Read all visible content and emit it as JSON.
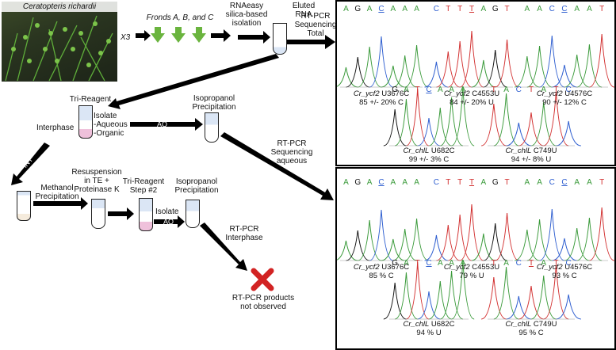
{
  "species": "Ceratopteris richardii",
  "multiplier": "X3",
  "fronds": "Fronds A, B, and C",
  "isolation": [
    "RNAeasy",
    "silica-based",
    "isolation"
  ],
  "eluted": [
    "Eluted",
    "RNA"
  ],
  "rtpcr_total": [
    "RT-PCR",
    "Sequencing",
    "Total"
  ],
  "trireagent": "Tri-Reagent",
  "isolate_steps": [
    "Isolate",
    "-Aqueous",
    "-Organic"
  ],
  "interphase": "Interphase",
  "aq1": "AQ",
  "iso_precip1": [
    "Isopropanol",
    "Precipitation"
  ],
  "rtpcr_aqueous": [
    "RT-PCR",
    "Sequencing",
    "aqueous"
  ],
  "int_label": "INT",
  "resuspension": [
    "Resuspension",
    "in TE +",
    "Proteinase K"
  ],
  "methanol": [
    "Methanol",
    "Precipitation"
  ],
  "tri2": [
    "Tri-Reagent",
    "Step #2"
  ],
  "isolate2": "Isolate",
  "aq2": "AQ",
  "iso_precip2": [
    "Isopropanol",
    "Precipitation"
  ],
  "rtpcr_inter": [
    "RT-PCR",
    "Interphase"
  ],
  "not_observed": [
    "RT-PCR products",
    "not observed"
  ],
  "colors": {
    "A": "#3a9a3a",
    "C": "#2f5fd0",
    "G": "#111111",
    "T": "#d23030",
    "cross": "#d22323",
    "frond": "#6ab43e"
  },
  "panel_top": {
    "seqs": [
      {
        "bases": [
          "A",
          "G",
          "A",
          "C",
          "A",
          "A",
          "A"
        ],
        "ul": 3
      },
      {
        "bases": [
          "C",
          "T",
          "T",
          "T",
          "A",
          "G",
          "T"
        ],
        "ul": 3
      },
      {
        "bases": [
          "A",
          "A",
          "C",
          "C",
          "A",
          "A",
          "T"
        ],
        "ul": 3
      },
      {
        "bases": [
          "G",
          "A",
          "T",
          "C",
          "A",
          "A",
          "A"
        ],
        "ul": 3
      },
      {
        "bases": [
          "T",
          "A",
          "C",
          "T",
          "A",
          "T",
          "C"
        ],
        "ul": -1
      }
    ],
    "traces": [
      {
        "gene": "Cr_ycf2",
        "site": "U3676C",
        "val": "85 +/- 20% C"
      },
      {
        "gene": "Cr_ycf2",
        "site": "C4553U",
        "val": "84 +/- 20% U"
      },
      {
        "gene": "Cr_ycf2",
        "site": "U4576C",
        "val": "90 +/- 12% C"
      },
      {
        "gene": "Cr_chlL",
        "site": "U682C",
        "val": "99 +/- 3% C"
      },
      {
        "gene": "Cr_chlL",
        "site": "C749U",
        "val": "94 +/- 8% U"
      }
    ]
  },
  "panel_bottom": {
    "seqs": [
      {
        "bases": [
          "A",
          "G",
          "A",
          "C",
          "A",
          "A",
          "A"
        ],
        "ul": 3
      },
      {
        "bases": [
          "C",
          "T",
          "T",
          "T",
          "A",
          "G",
          "T"
        ],
        "ul": 3
      },
      {
        "bases": [
          "A",
          "A",
          "C",
          "C",
          "A",
          "A",
          "T"
        ],
        "ul": 3
      },
      {
        "bases": [
          "G",
          "A",
          "T",
          "C",
          "A",
          "A",
          "A"
        ],
        "ul": 3
      },
      {
        "bases": [
          "T",
          "A",
          "C",
          "T",
          "A",
          "T",
          "C"
        ],
        "ul": 3
      }
    ],
    "traces": [
      {
        "gene": "Cr_ycf2",
        "site": "U3676C",
        "val": "85 % C"
      },
      {
        "gene": "Cr_ycf2",
        "site": "C4553U",
        "val": "79 % U"
      },
      {
        "gene": "Cr_ycf2",
        "site": "U4576C",
        "val": "93 % C"
      },
      {
        "gene": "Cr_chlL",
        "site": "U682C",
        "val": "94 % U"
      },
      {
        "gene": "Cr_chlL",
        "site": "C749U",
        "val": "95 % C"
      }
    ]
  }
}
